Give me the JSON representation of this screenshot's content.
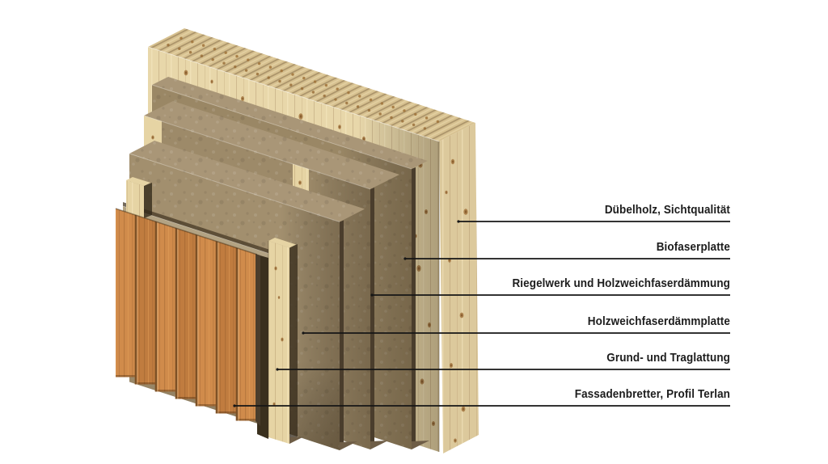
{
  "figure": {
    "description": "Isometric cutaway diagram of a timber wall construction with six labelled layers",
    "callouts": [
      {
        "label": "Dübelholz, Sichtqualität"
      },
      {
        "label": "Biofaserplatte"
      },
      {
        "label": "Riegelwerk und Holzweichfaserdämmung"
      },
      {
        "label": "Holzweichfaserdämmplatte"
      },
      {
        "label": "Grund- und Traglattung"
      },
      {
        "label": "Fassadenbretter, Profil Terlan"
      }
    ]
  },
  "palette": {
    "bg": "#ffffff",
    "pine_top": "#d7c190",
    "pine_front": "#e8d7aa",
    "pine_side": "#dcc99c",
    "batten_pine": "#e6d4a4",
    "strip_pine": "#b3a383",
    "fiber_top": "#a99677",
    "fiber_l2": "#9a8765",
    "fiber_l3": "#9d8a69",
    "fiber_l4": "#a28f6e",
    "fiber_shadow": "#6e5d46",
    "end_dark": "#4a3d2c",
    "gap_dark": "#3a301e",
    "knot": "#a0713a",
    "facade_base": "#d08b4b",
    "facade_dark": "#c07c3f",
    "groove": "#7d5126",
    "label_color": "#1d1d1d",
    "leader_color": "#161616"
  }
}
